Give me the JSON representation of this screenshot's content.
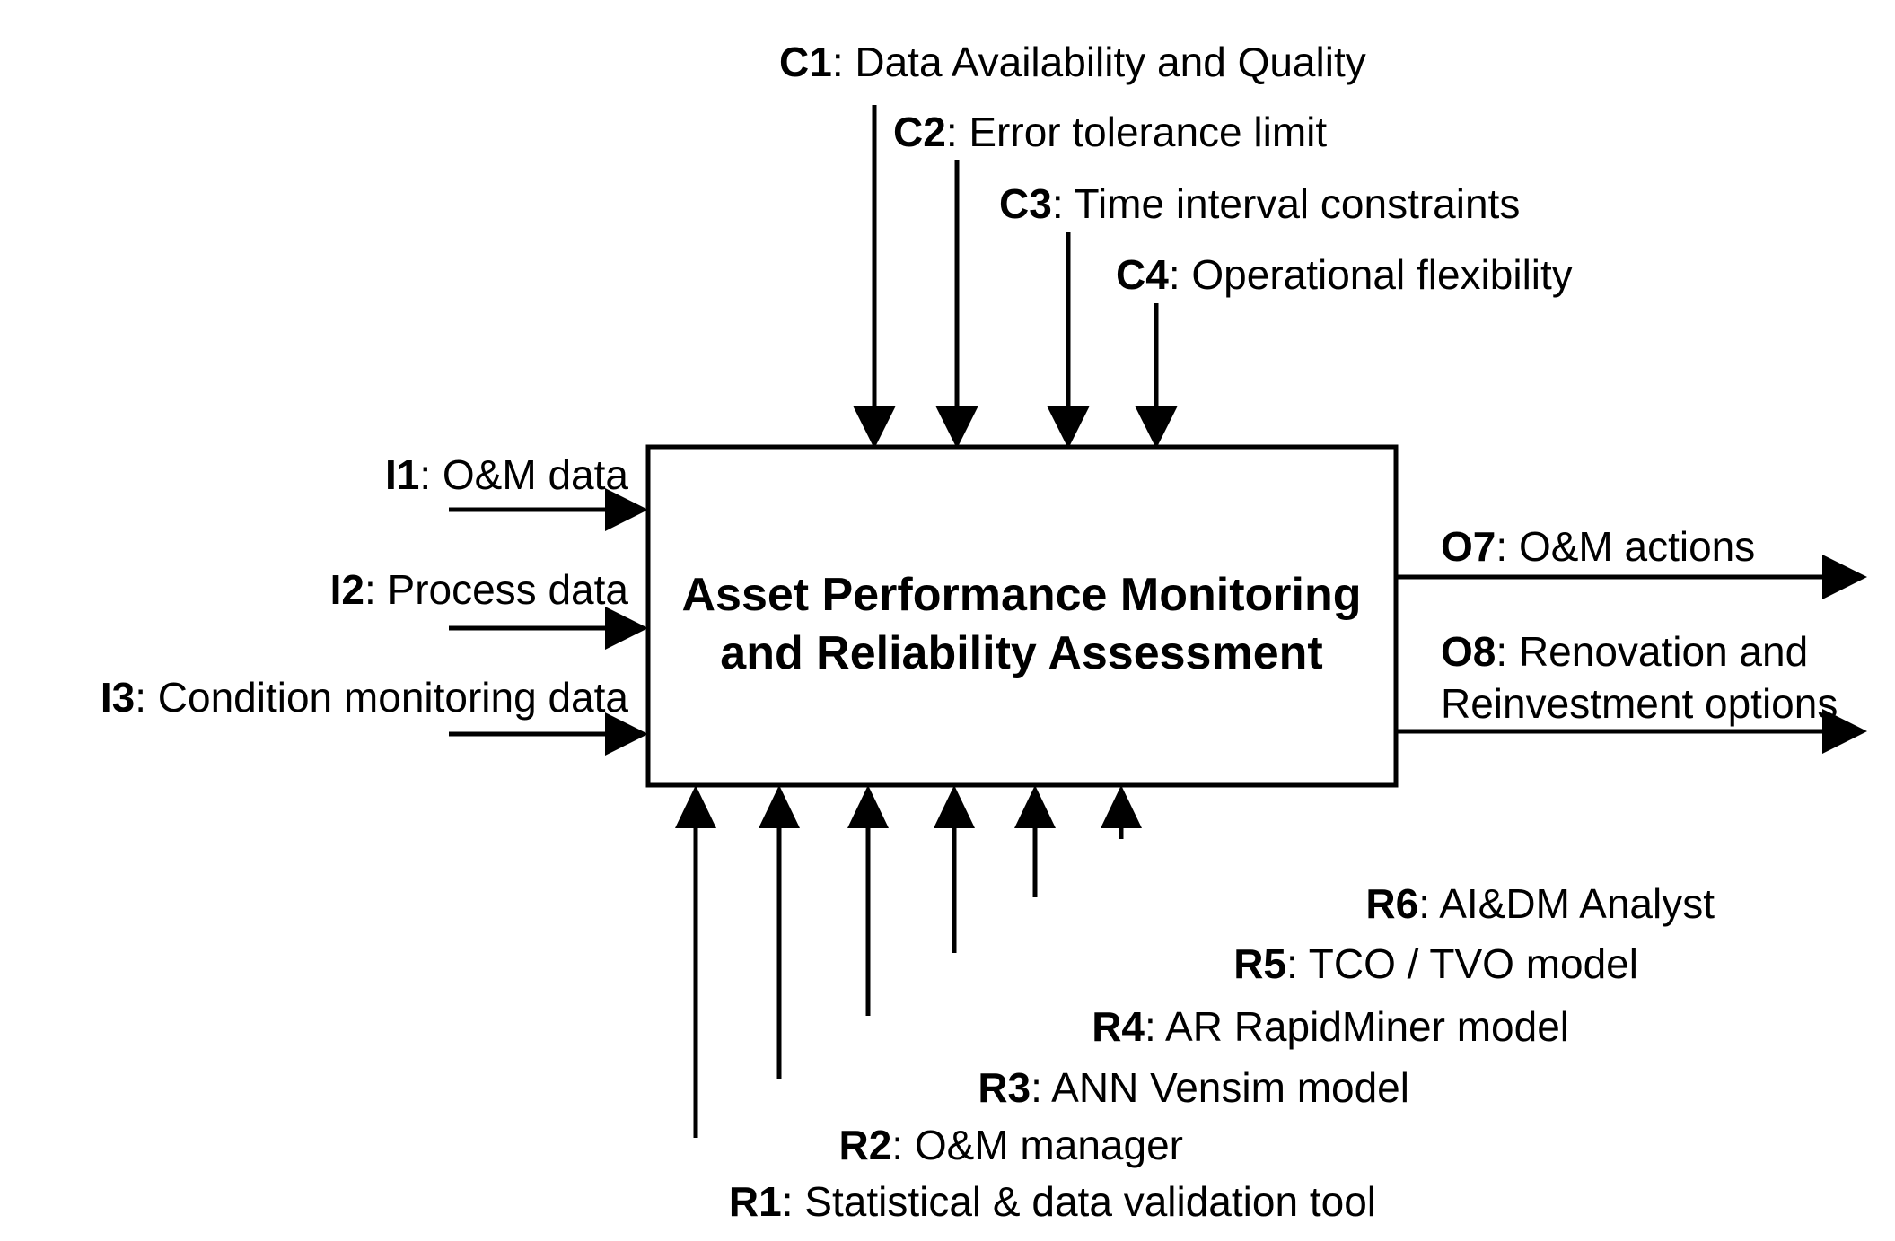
{
  "diagram": {
    "type": "IDEF0 process block",
    "process": {
      "title_line1": "Asset Performance Monitoring",
      "title_line2": "and Reliability Assessment"
    },
    "controls": [
      {
        "code": "C1",
        "sep": ": ",
        "label": "Data Availability and Quality"
      },
      {
        "code": "C2",
        "sep": ": ",
        "label": "Error tolerance limit"
      },
      {
        "code": "C3",
        "sep": ": ",
        "label": "Time interval constraints"
      },
      {
        "code": "C4",
        "sep": ": ",
        "label": "Operational flexibility"
      }
    ],
    "inputs": [
      {
        "code": "I1",
        "sep": ": ",
        "label": "O&M data"
      },
      {
        "code": "I2",
        "sep": ": ",
        "label": "Process data"
      },
      {
        "code": "I3",
        "sep": ": ",
        "label": "Condition monitoring data"
      }
    ],
    "outputs": [
      {
        "code": "O7",
        "sep": ": ",
        "label": "O&M actions",
        "label2": ""
      },
      {
        "code": "O8",
        "sep": ": ",
        "label": "Renovation and",
        "label2": "Reinvestment options"
      }
    ],
    "resources": [
      {
        "code": "R1",
        "sep": ": ",
        "label": "Statistical & data validation tool"
      },
      {
        "code": "R2",
        "sep": ": ",
        "label": "O&M manager"
      },
      {
        "code": "R3",
        "sep": ": ",
        "label": "ANN Vensim model"
      },
      {
        "code": "R4",
        "sep": ": ",
        "label": "AR RapidMiner model"
      },
      {
        "code": "R5",
        "sep": ": ",
        "label": "TCO / TVO model"
      },
      {
        "code": "R6",
        "sep": ": ",
        "label": "AI&DM Analyst"
      }
    ],
    "colors": {
      "line": "#000000",
      "text": "#000000",
      "background": "#ffffff"
    }
  }
}
